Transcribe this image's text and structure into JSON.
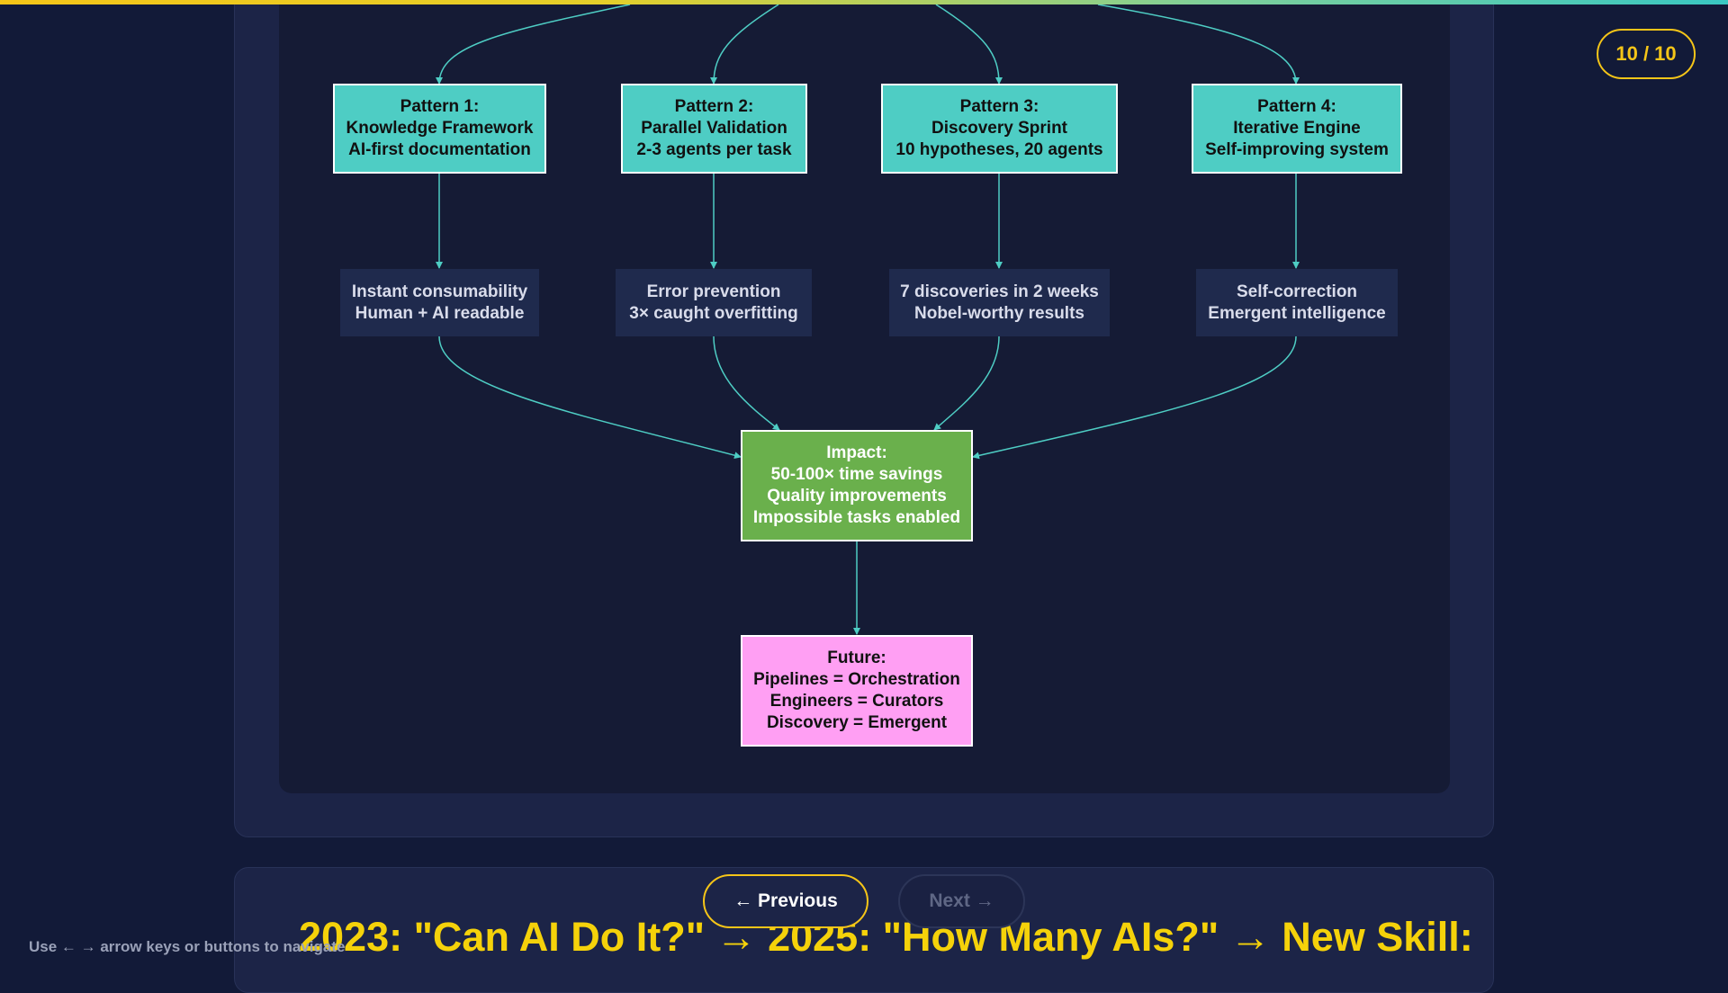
{
  "progress": {
    "fraction": 1.0
  },
  "page_counter": "10 / 10",
  "diagram": {
    "patterns": [
      {
        "lines": [
          "Pattern 1:",
          "Knowledge Framework",
          "AI-first documentation"
        ]
      },
      {
        "lines": [
          "Pattern 2:",
          "Parallel Validation",
          "2-3 agents per task"
        ]
      },
      {
        "lines": [
          "Pattern 3:",
          "Discovery Sprint",
          "10 hypotheses, 20 agents"
        ]
      },
      {
        "lines": [
          "Pattern 4:",
          "Iterative Engine",
          "Self-improving system"
        ]
      }
    ],
    "outcomes": [
      {
        "lines": [
          "Instant consumability",
          "Human + AI readable"
        ]
      },
      {
        "lines": [
          "Error prevention",
          "3× caught overfitting"
        ]
      },
      {
        "lines": [
          "7 discoveries in 2 weeks",
          "Nobel-worthy results"
        ]
      },
      {
        "lines": [
          "Self-correction",
          "Emergent intelligence"
        ]
      }
    ],
    "impact": {
      "lines": [
        "Impact:",
        "50-100× time savings",
        "Quality improvements",
        "Impossible tasks enabled"
      ]
    },
    "future": {
      "lines": [
        "Future:",
        "Pipelines = Orchestration",
        "Engineers = Curators",
        "Discovery = Emergent"
      ]
    },
    "colors": {
      "pattern_fill": "#4ecdc4",
      "impact_fill": "#6ab04c",
      "future_fill": "#ff9ff3",
      "outcome_fill": "#1f2a4d",
      "edge": "#4ecdc4"
    }
  },
  "nav": {
    "previous_label": "← Previous",
    "next_label": "Next →"
  },
  "headline": "2023: \"Can AI Do It?\" → 2025: \"How Many AIs?\" → New Skill:",
  "hint": "Use ← → arrow keys or buttons to navigate",
  "colors": {
    "accent": "#f5c518",
    "background": "#121a38"
  }
}
